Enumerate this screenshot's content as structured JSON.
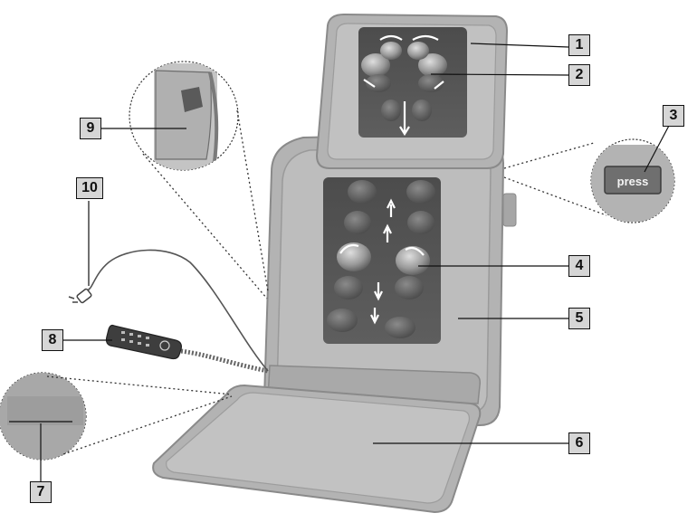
{
  "callouts": {
    "c1": "1",
    "c2": "2",
    "c3": "3",
    "c4": "4",
    "c5": "5",
    "c6": "6",
    "c7": "7",
    "c8": "8",
    "c9": "9",
    "c10": "10"
  },
  "button_label": "press",
  "colors": {
    "fabric": "#b3b3b3",
    "fabric_light": "#c8c8c8",
    "panel_dark": "#545454",
    "outline": "#8a8a8a",
    "callout_fill": "#d6d6d6"
  }
}
